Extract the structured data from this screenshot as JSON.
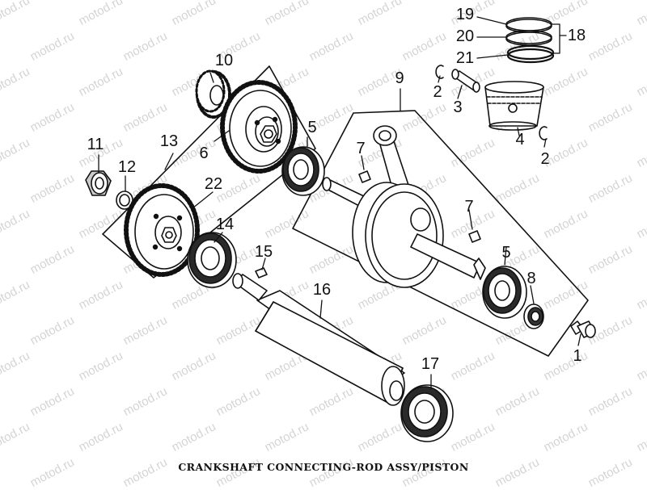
{
  "watermark": "motod.ru",
  "caption": "CRANKSHAFT CONNECTING-ROD ASSY/PISTON",
  "callouts": {
    "c1": "1",
    "c2a": "2",
    "c2b": "2",
    "c3": "3",
    "c4": "4",
    "c5a": "5",
    "c5b": "5",
    "c6": "6",
    "c7a": "7",
    "c7b": "7",
    "c8": "8",
    "c9": "9",
    "c10": "10",
    "c11": "11",
    "c12": "12",
    "c13": "13",
    "c14": "14",
    "c15": "15",
    "c16": "16",
    "c17": "17",
    "c18": "18",
    "c19": "19",
    "c20": "20",
    "c21": "21",
    "c22": "22"
  }
}
